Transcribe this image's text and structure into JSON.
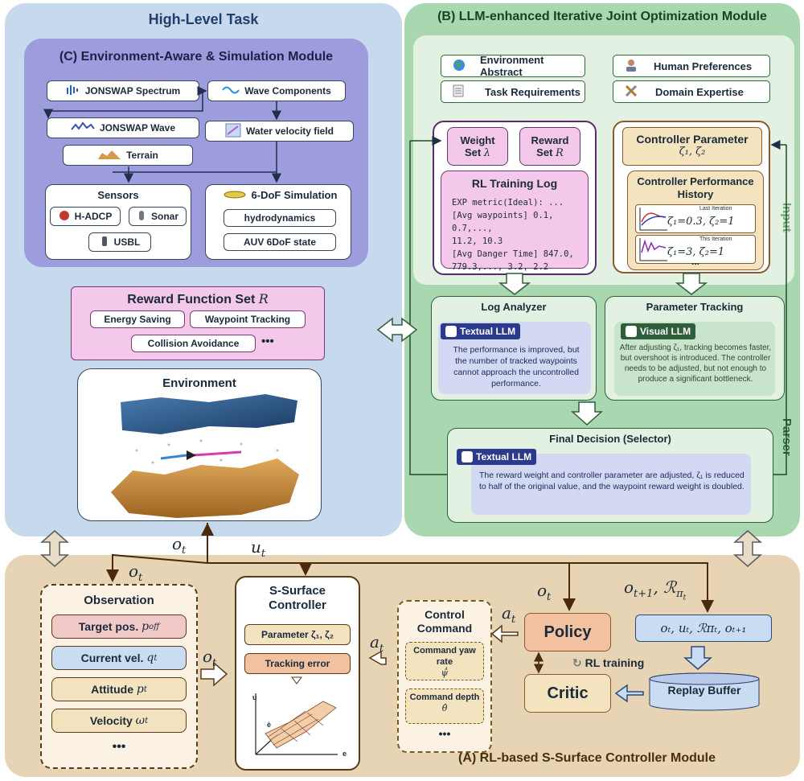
{
  "high_level": {
    "title": "High-Level Task",
    "module_c": {
      "title": "(C) Environment-Aware & Simulation Module",
      "jonswap_spectrum": "JONSWAP Spectrum",
      "wave_components": "Wave Components",
      "jonswap_wave": "JONSWAP Wave",
      "water_velocity": "Water velocity field",
      "terrain": "Terrain",
      "sensors": {
        "title": "Sensors",
        "hadcp": "H-ADCP",
        "sonar": "Sonar",
        "usbl": "USBL"
      },
      "simulation": {
        "title": "6-DoF Simulation",
        "hydro": "hydrodynamics",
        "state": "AUV 6DoF state"
      }
    },
    "reward_set": {
      "title": "Reward Function Set",
      "symbol": "R",
      "items": [
        "Energy Saving",
        "Waypoint Tracking",
        "Collision Avoidance"
      ],
      "more": "•••"
    },
    "environment": {
      "title": "Environment"
    }
  },
  "module_b": {
    "title": "(B) LLM-enhanced Iterative Joint Optimization Module",
    "inputs": [
      "Environment Abstract",
      "Human Preferences",
      "Task Requirements",
      "Domain Expertise"
    ],
    "weight_set": {
      "line1": "Weight",
      "line2": "Set",
      "symbol": "λ"
    },
    "reward_set": {
      "line1": "Reward",
      "line2": "Set",
      "symbol": "R"
    },
    "rl_log": {
      "title": "RL Training Log",
      "lines": [
        "EXP metric(Ideal): ...",
        "[Avg waypoints] 0.1, 0.7,...,",
        "11.2, 10.3",
        "[Avg Danger Time] 847.0,",
        "779.3,..., 3.2, 2.2"
      ]
    },
    "controller_param": {
      "title": "Controller Parameter",
      "symbols": "ζ₁, ζ₂"
    },
    "performance_history": {
      "title_line1": "Controller Performance",
      "title_line2": "History",
      "last_label": "Last Iteration",
      "last_values": "ζ₁=0.3, ζ₂=1",
      "this_label": "This Iteration",
      "this_values": "ζ₁=3, ζ₂=1",
      "more": "..."
    },
    "input_label": "Input",
    "parser_label": "Parser",
    "log_analyzer": {
      "title": "Log Analyzer",
      "llm": "Textual LLM",
      "text": "The performance is improved, but the number of tracked waypoints cannot approach the uncontrolled performance."
    },
    "param_tracking": {
      "title": "Parameter Tracking",
      "llm": "Visual LLM",
      "text": "After adjusting ζ₁, tracking becomes faster, but overshoot is introduced. The controller needs to be adjusted, but not enough to produce a significant bottleneck."
    },
    "final_decision": {
      "title": "Final Decision (Selector)",
      "llm": "Textual LLM",
      "text": "The reward weight and controller parameter are adjusted, ζ₁ is reduced to half of the original value, and the waypoint reward weight is doubled."
    }
  },
  "module_a": {
    "title": "(A) RL-based S-Surface Controller Module",
    "observation": {
      "title": "Observation",
      "items": [
        {
          "label": "Target pos.",
          "sym": "p",
          "sub": "off",
          "color": "#f2c9c9"
        },
        {
          "label": "Current vel.",
          "sym": "q",
          "sub": "t",
          "color": "#c9dcf2"
        },
        {
          "label": "Attitude",
          "sym": "p",
          "sub": "t",
          "color": "#f3e3bf"
        },
        {
          "label": "Velocity",
          "sym": "ω",
          "sub": "t",
          "color": "#f3e3bf"
        }
      ],
      "more": "•••"
    },
    "controller": {
      "title_line1": "S-Surface",
      "title_line2": "Controller",
      "param": "Parameter ζ₁, ζ₂",
      "tracking": "Tracking error",
      "axis_u": "u",
      "axis_e_dot": "ė",
      "axis_e": "e"
    },
    "control_command": {
      "title_line1": "Control",
      "title_line2": "Command",
      "yaw": "Command yaw rate",
      "yaw_sym": "ψ̂̇",
      "depth": "Command depth",
      "depth_sym": "θ̂",
      "more": "•••"
    },
    "policy": "Policy",
    "critic": "Critic",
    "rl_training": "RL training",
    "replay_buffer": "Replay Buffer",
    "transition": "oₜ, uₜ, ℛπₜ, oₜ₊₁"
  },
  "signals": {
    "o_t": "o",
    "u_t": "u",
    "a_t": "a",
    "sub_t": "t",
    "o_next": "o",
    "sub_next": "t+1",
    "r_pi": "ℛ"
  },
  "colors": {
    "high_level_bg": "#c7d9ec",
    "module_b_bg": "#a9d8b0",
    "module_a_bg": "#e6d4b5",
    "module_c_bg": "#9d9cdc",
    "reward_bg": "#f3c8ea"
  }
}
